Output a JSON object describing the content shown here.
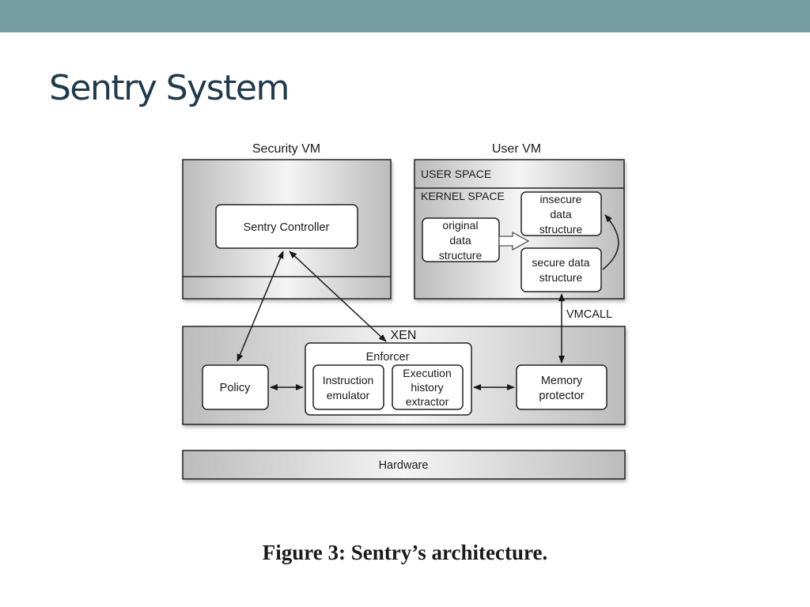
{
  "slide": {
    "title": "Sentry System",
    "caption": "Figure 3: Sentry’s architecture."
  },
  "diagram": {
    "security_vm": {
      "title": "Security VM",
      "controller": "Sentry Controller"
    },
    "user_vm": {
      "title": "User VM",
      "user_space": "USER SPACE",
      "kernel_space": "KERNEL SPACE",
      "original_data": [
        "original",
        "data",
        "structure"
      ],
      "insecure_data": [
        "insecure",
        "data",
        "structure"
      ],
      "secure_data": [
        "secure data",
        "structure"
      ]
    },
    "vmcall_label": "VMCALL",
    "xen": {
      "title": "XEN",
      "policy": "Policy",
      "enforcer": {
        "title": "Enforcer",
        "instruction_emulator": [
          "Instruction",
          "emulator"
        ],
        "execution_history_extractor": [
          "Execution",
          "history",
          "extractor"
        ]
      },
      "memory_protector": [
        "Memory",
        "protector"
      ]
    },
    "hardware": "Hardware",
    "colors": {
      "top_bar": "#759ca3",
      "title": "#1f3a4b"
    }
  }
}
